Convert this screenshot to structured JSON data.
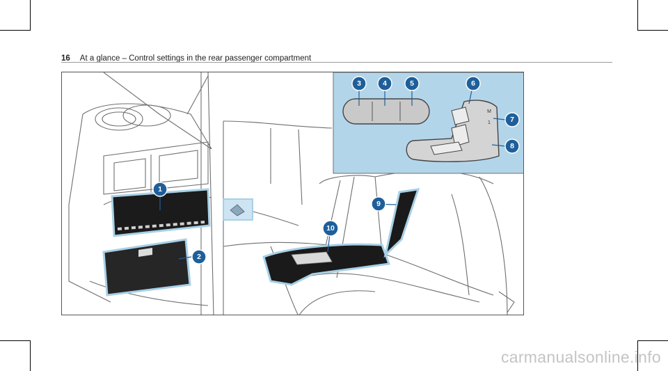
{
  "header": {
    "page_number": "16",
    "title": "At a glance – Control settings in the rear passenger compartment"
  },
  "callouts": [
    "1",
    "2",
    "3",
    "4",
    "5",
    "6",
    "7",
    "8",
    "9",
    "10"
  ],
  "panel_labels": {
    "m": "M",
    "one": "1"
  },
  "colors": {
    "callout": "#1e5f9a",
    "highlight": "#a8d0e6",
    "panel": "#b3d5ea"
  },
  "watermark": "carmanualsonline.info"
}
